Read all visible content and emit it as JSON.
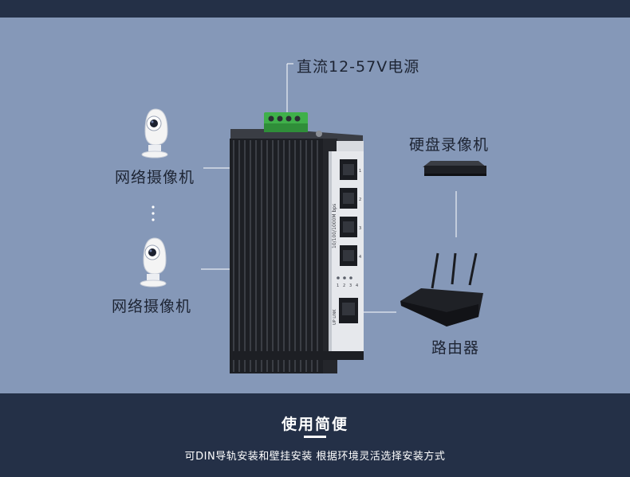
{
  "labels": {
    "power": "直流12-57V电源",
    "camera_top": "网络摄像机",
    "camera_bottom": "网络摄像机",
    "nvr": "硬盘录像机",
    "router": "路由器"
  },
  "switch": {
    "speed_text": "10/100/1000M bps",
    "port_numbers": [
      "1",
      "2",
      "3",
      "4"
    ],
    "status_leds": [
      "1",
      "2",
      "3",
      "4"
    ],
    "uplink_text": "UP LINK"
  },
  "footer": {
    "title": "使用简便",
    "subtitle": "可DIN导轨安装和壁挂安装 根据环境灵活选择安装方式"
  },
  "colors": {
    "background": "#8598b8",
    "dark_band": "#243047",
    "terminal_green": "#3fb04a",
    "connector_line": "#ffffff"
  }
}
